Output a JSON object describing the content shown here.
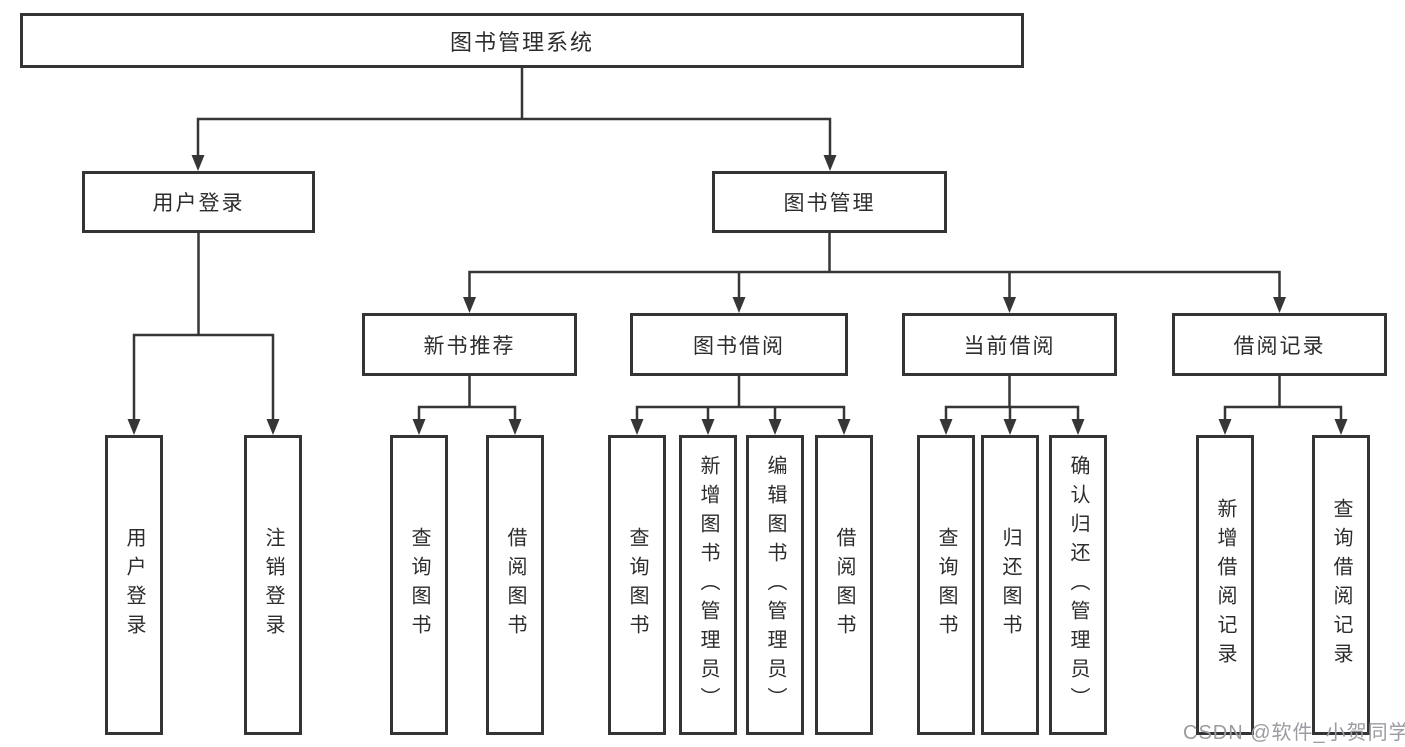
{
  "diagram": {
    "watermark": "CSDN @软件_小贺同学",
    "colors": {
      "line": "#363636",
      "box_border": "#343434",
      "text": "#2d2d2d",
      "watermark": "#9b9ba1",
      "background": "#ffffff"
    },
    "nodes": {
      "root": {
        "label": "图书管理系统"
      },
      "user_login": {
        "label": "用户登录"
      },
      "book_management": {
        "label": "图书管理"
      },
      "new_book_recommend": {
        "label": "新书推荐"
      },
      "book_borrowing": {
        "label": "图书借阅"
      },
      "current_borrowing": {
        "label": "当前借阅"
      },
      "borrowing_records": {
        "label": "借阅记录"
      },
      "leaf_user_login": {
        "label": "用户登录"
      },
      "leaf_logout": {
        "label": "注销登录"
      },
      "leaf_nb_query_books": {
        "label": "查询图书"
      },
      "leaf_nb_borrow_books": {
        "label": "借阅图书"
      },
      "leaf_bb_query_books": {
        "label": "查询图书"
      },
      "leaf_bb_add_books": {
        "label": "新增图书（管理员）"
      },
      "leaf_bb_edit_books": {
        "label": "编辑图书（管理员）"
      },
      "leaf_bb_borrow_books": {
        "label": "借阅图书"
      },
      "leaf_cb_query_books": {
        "label": "查询图书"
      },
      "leaf_cb_return_books": {
        "label": "归还图书"
      },
      "leaf_cb_confirm_return": {
        "label": "确认归还（管理员）"
      },
      "leaf_br_add_record": {
        "label": "新增借阅记录"
      },
      "leaf_br_query_record": {
        "label": "查询借阅记录"
      }
    }
  }
}
